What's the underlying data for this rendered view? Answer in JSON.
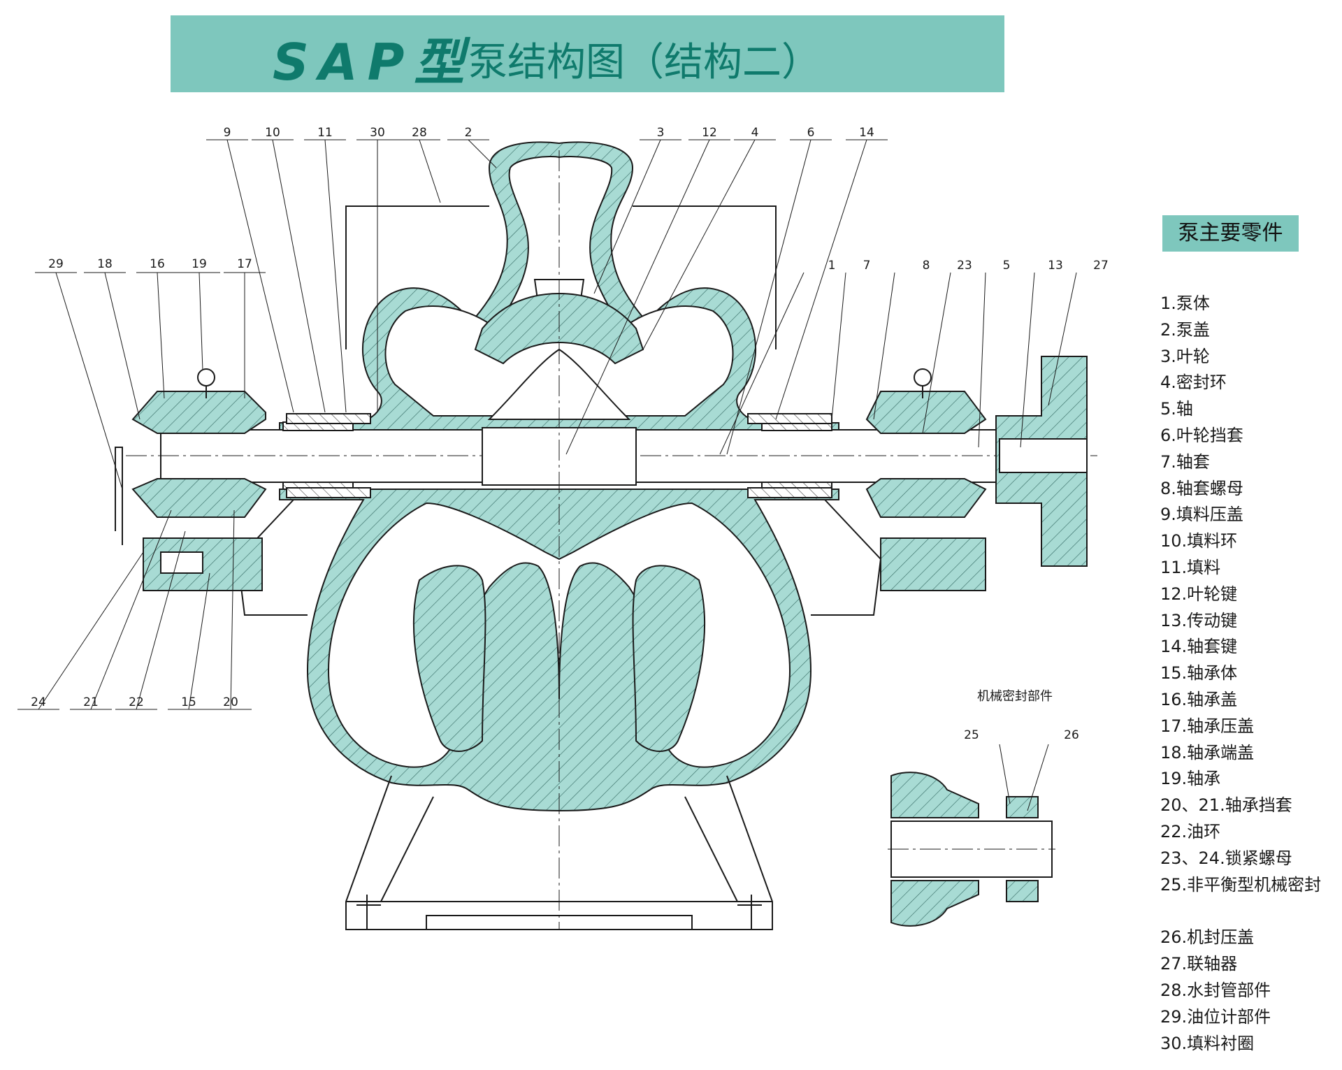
{
  "title": {
    "main": "SAP型",
    "sub": "泵结构图（结构二）"
  },
  "colors": {
    "teal_fill": "#a8dbd4",
    "teal_bar": "#7ec7bd",
    "line": "#1a1a1a"
  },
  "callouts_top": [
    "9",
    "10",
    "11",
    "30",
    "28",
    "2",
    "3",
    "12",
    "4",
    "6",
    "14"
  ],
  "callouts_upper_left": [
    "29",
    "18",
    "16",
    "19",
    "17"
  ],
  "callouts_upper_right": [
    "1",
    "7",
    "8",
    "23",
    "5",
    "13",
    "27"
  ],
  "callouts_lower_left": [
    "24",
    "21",
    "22",
    "15",
    "20"
  ],
  "mech_seal": {
    "label": "机械密封部件",
    "callouts": [
      "25",
      "26"
    ]
  },
  "parts": {
    "heading": "泵主要零件",
    "items": [
      "1.泵体",
      "2.泵盖",
      "3.叶轮",
      "4.密封环",
      "5.轴",
      "6.叶轮挡套",
      "7.轴套",
      "8.轴套螺母",
      "9.填料压盖",
      "10.填料环",
      "11.填料",
      "12.叶轮键",
      "13.传动键",
      "14.轴套键",
      "15.轴承体",
      "16.轴承盖",
      "17.轴承压盖",
      "18.轴承端盖",
      "19.轴承",
      "20、21.轴承挡套",
      "22.油环",
      "23、24.锁紧螺母",
      "25.非平衡型机械密封",
      "26.机封压盖",
      "27.联轴器",
      "28.水封管部件",
      "29.油位计部件",
      "30.填料衬圈"
    ]
  }
}
